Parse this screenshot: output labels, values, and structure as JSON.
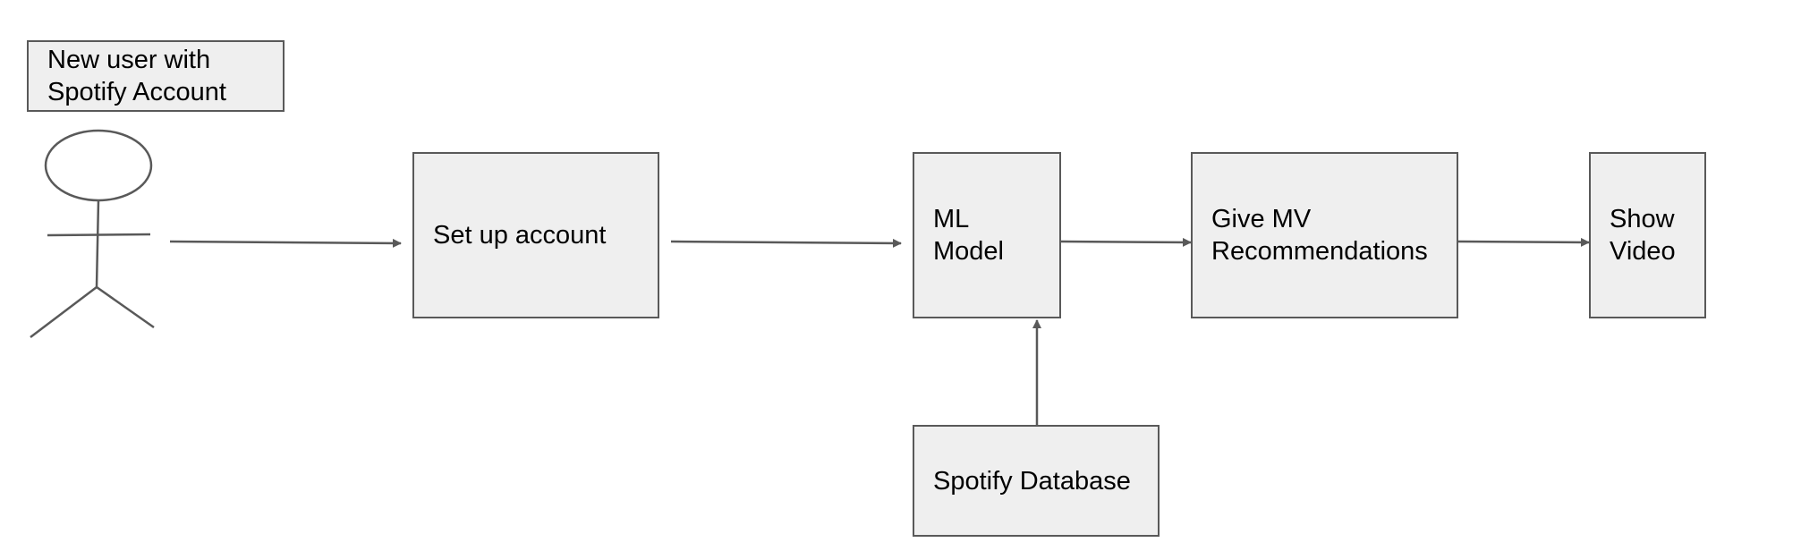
{
  "diagram": {
    "actor_label": "New user with\nSpotify Account",
    "nodes": {
      "setup": "Set up account",
      "ml_model": "ML\nModel",
      "recommend": "Give MV\nRecommendations",
      "show_video": "Show\nVideo",
      "database": "Spotify Database"
    },
    "colors": {
      "box_fill": "#efefef",
      "stroke": "#595959"
    }
  }
}
